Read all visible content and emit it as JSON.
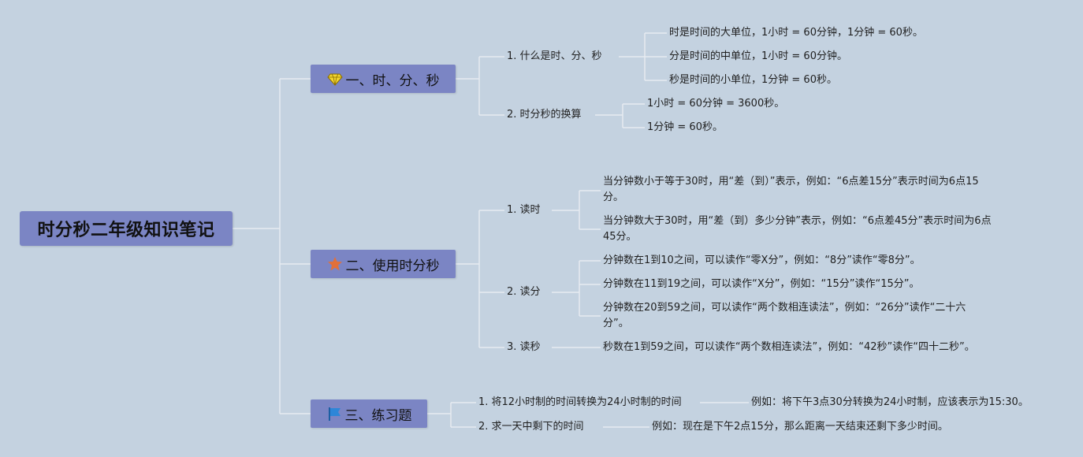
{
  "root": {
    "title": "时分秒二年级知识笔记"
  },
  "branches": [
    {
      "icon": "diamond-icon",
      "label": "一、时、分、秒",
      "children": [
        {
          "label": "1. 什么是时、分、秒",
          "children": [
            "时是时间的大单位，1小时 = 60分钟，1分钟 = 60秒。",
            "分是时间的中单位，1小时 = 60分钟。",
            "秒是时间的小单位，1分钟 = 60秒。"
          ]
        },
        {
          "label": "2. 时分秒的换算",
          "children": [
            "1小时 = 60分钟 = 3600秒。",
            "1分钟 = 60秒。"
          ]
        }
      ]
    },
    {
      "icon": "star-icon",
      "label": "二、使用时分秒",
      "children": [
        {
          "label": "1. 读时",
          "children": [
            "当分钟数小于等于30时，用“差（到）”表示，例如：“6点差15分”表示时间为6点15分。",
            "当分钟数大于30时，用“差（到）多少分钟”表示，例如：“6点差45分”表示时间为6点45分。"
          ]
        },
        {
          "label": "2. 读分",
          "children": [
            "分钟数在1到10之间，可以读作“零X分”，例如：“8分”读作“零8分”。",
            "分钟数在11到19之间，可以读作“X分”，例如：“15分”读作“15分”。",
            "分钟数在20到59之间，可以读作“两个数相连读法”，例如：“26分”读作“二十六分”。"
          ]
        },
        {
          "label": "3. 读秒",
          "children": [
            "秒数在1到59之间，可以读作“两个数相连读法”，例如：“42秒”读作“四十二秒”。"
          ]
        }
      ]
    },
    {
      "icon": "flag-icon",
      "label": "三、练习题",
      "children": [
        {
          "label": "1. 将12小时制的时间转换为24小时制的时间",
          "children": [
            "例如：将下午3点30分转换为24小时制，应该表示为15:30。"
          ]
        },
        {
          "label": "2. 求一天中剩下的时间",
          "children": [
            "例如：现在是下午2点15分，那么距离一天结束还剩下多少时间。"
          ]
        }
      ]
    }
  ],
  "colors": {
    "background": "#c4d2e0",
    "node_fill": "#7b85c4",
    "connector": "#e6ebf1",
    "diamond": "#f2d530",
    "star": "#e2703a",
    "flag": "#2e86d8"
  }
}
